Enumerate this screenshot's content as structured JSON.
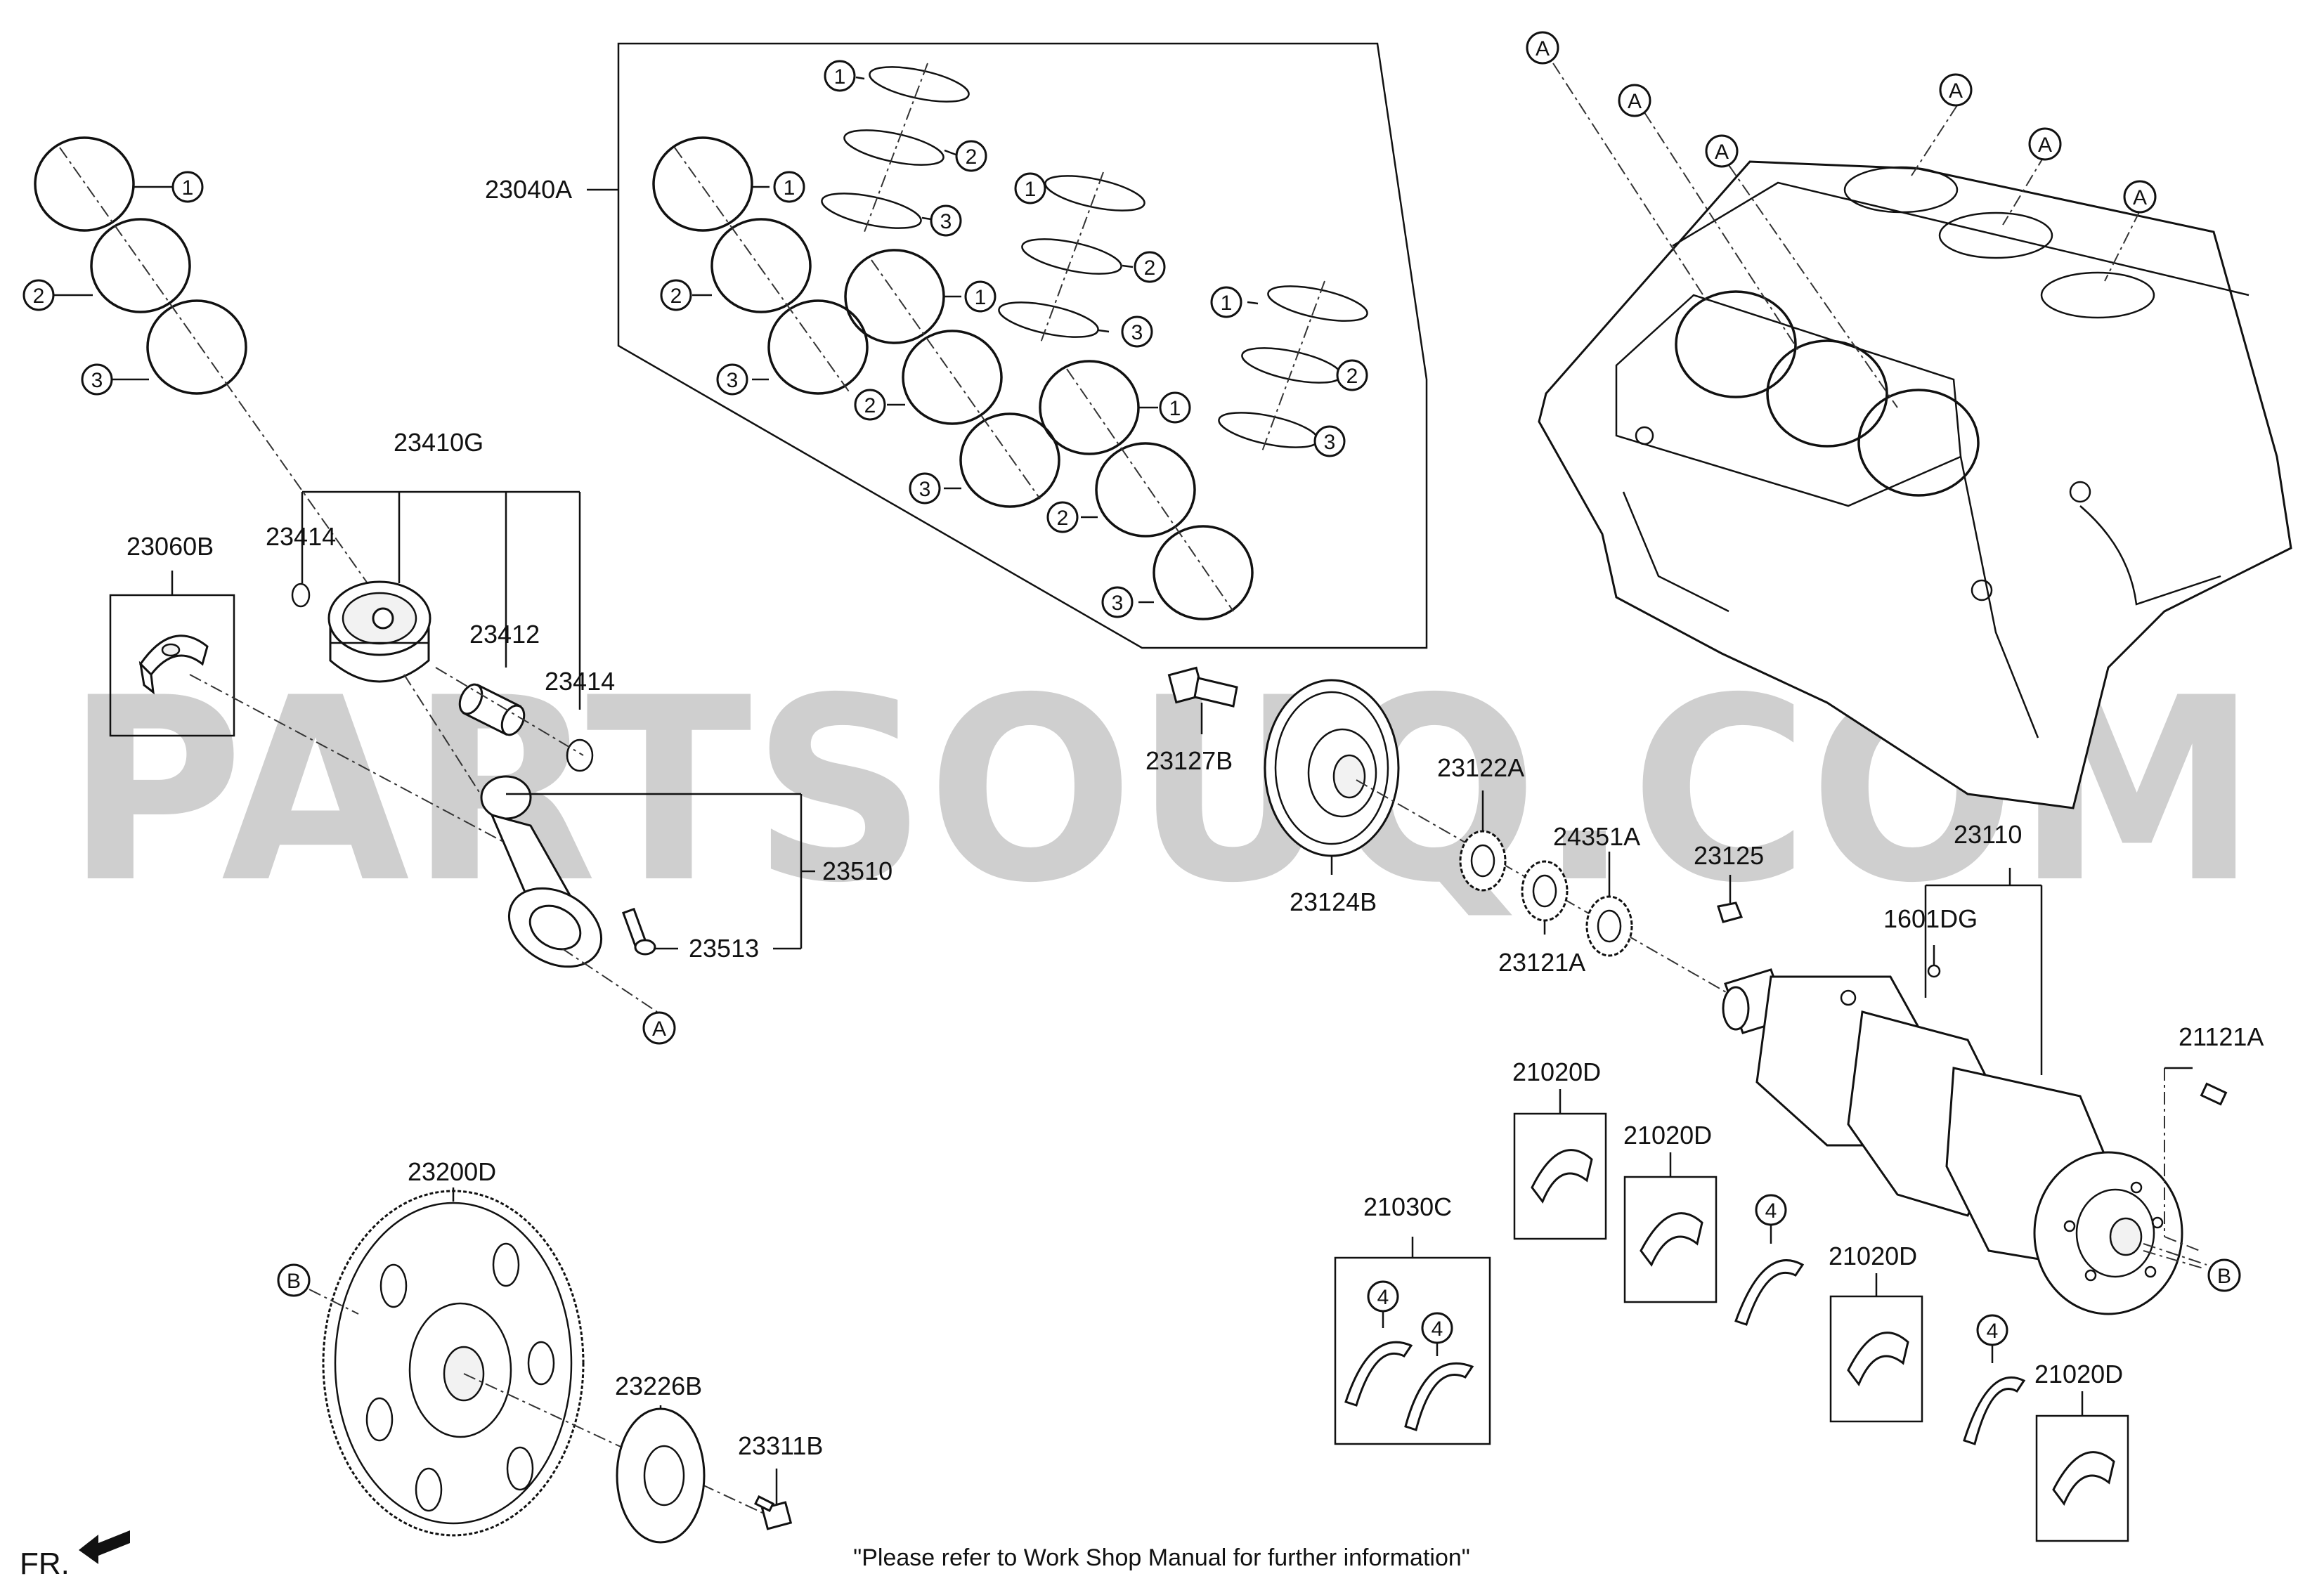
{
  "watermark": "PARTSOUQ.COM",
  "note": "\"Please refer to Work Shop Manual for further information\"",
  "front_indicator": "FR.",
  "part_labels": {
    "p23040A": "23040A",
    "p23410G": "23410G",
    "p23060B": "23060B",
    "p23414a": "23414",
    "p23414b": "23414",
    "p23412": "23412",
    "p23510": "23510",
    "p23513": "23513",
    "p23127B": "23127B",
    "p23124B": "23124B",
    "p23122A": "23122A",
    "p24351A": "24351A",
    "p23121A": "23121A",
    "p23125": "23125",
    "p23110": "23110",
    "p1601DG": "1601DG",
    "p21121A": "21121A",
    "p21020D_1": "21020D",
    "p21020D_2": "21020D",
    "p21020D_3": "21020D",
    "p21020D_4": "21020D",
    "p21030C": "21030C",
    "p23200D": "23200D",
    "p23226B": "23226B",
    "p23311B": "23311B"
  },
  "callouts": {
    "one": "1",
    "two": "2",
    "three": "3",
    "four": "4",
    "A": "A",
    "B": "B"
  }
}
